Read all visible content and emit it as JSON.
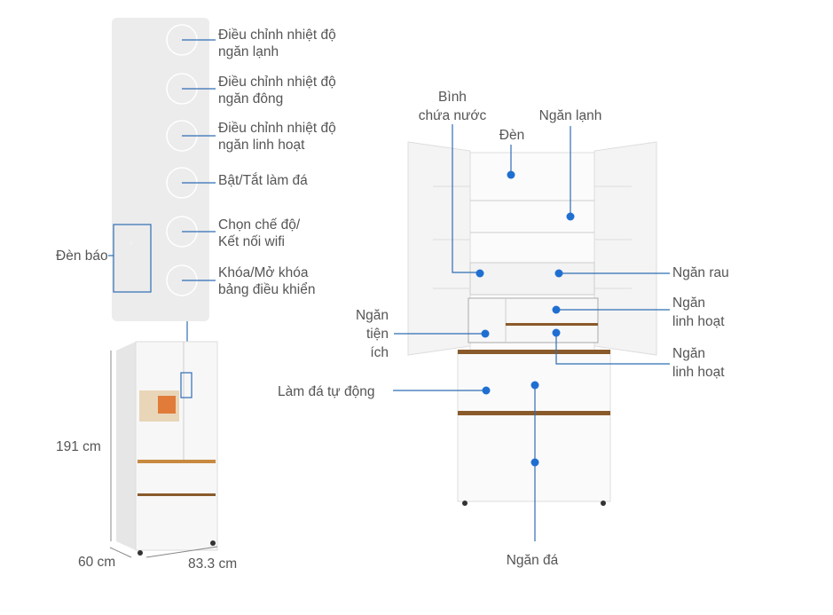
{
  "control_panel": {
    "indicator_label": "Đèn báo",
    "buttons": [
      {
        "line1": "Điều chỉnh nhiệt độ",
        "line2": "ngăn lạnh"
      },
      {
        "line1": "Điều chỉnh nhiệt độ",
        "line2": "ngăn đông"
      },
      {
        "line1": "Điều chỉnh nhiệt độ",
        "line2": "ngăn linh hoạt"
      },
      {
        "line1": "Bật/Tắt làm đá",
        "line2": ""
      },
      {
        "line1": "Chọn chế độ/",
        "line2": "Kết nối wifi"
      },
      {
        "line1": "Khóa/Mở khóa",
        "line2": "bảng điều khiển"
      }
    ]
  },
  "dimensions": {
    "height": "191 cm",
    "depth": "60 cm",
    "width": "83.3 cm"
  },
  "parts": {
    "water_tank": {
      "line1": "Bình",
      "line2": "chứa nước"
    },
    "fridge": "Ngăn lạnh",
    "light": "Đèn",
    "vegetable": "Ngăn rau",
    "flex1": {
      "line1": "Ngăn",
      "line2": "linh hoạt"
    },
    "utility": {
      "line1": "Ngăn",
      "line2": "tiện",
      "line3": "ích"
    },
    "flex2": {
      "line1": "Ngăn",
      "line2": "linh hoạt"
    },
    "ice_maker": "Làm đá tự động",
    "freezer": "Ngăn đá"
  },
  "colors": {
    "accent": "#1f6fd1",
    "leader": "#2f6db5",
    "wood": "#8a5a2b"
  }
}
